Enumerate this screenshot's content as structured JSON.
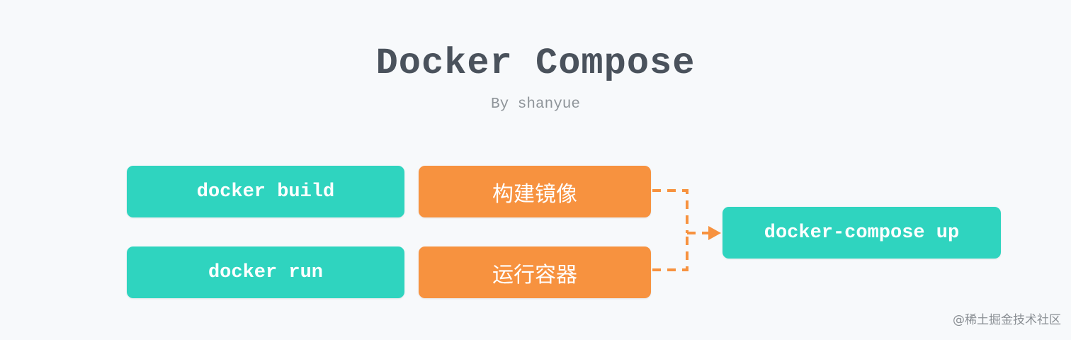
{
  "title": "Docker Compose",
  "subtitle": "By shanyue",
  "left_column": {
    "build": "docker build",
    "run": "docker run"
  },
  "middle_column": {
    "build_image": "构建镜像",
    "run_container": "运行容器"
  },
  "target": {
    "compose_up": "docker-compose up"
  },
  "watermark": "@稀土掘金技术社区",
  "colors": {
    "background": "#f7f9fb",
    "command_box": "#2fd4bf",
    "action_box": "#f7923f",
    "connector": "#f7923f",
    "title": "#4a525c",
    "subtitle": "#8e9499"
  }
}
